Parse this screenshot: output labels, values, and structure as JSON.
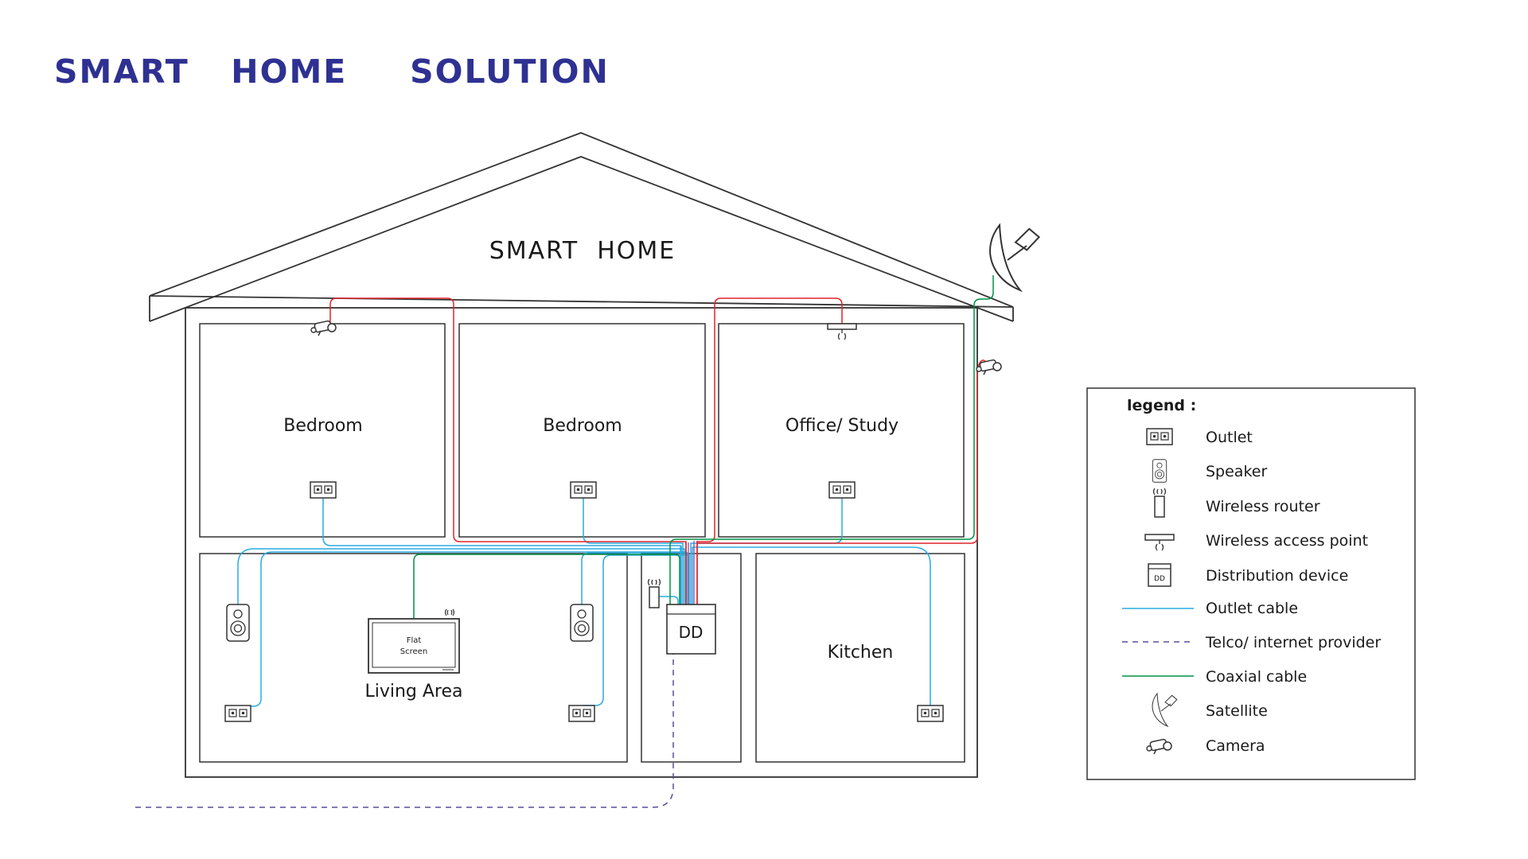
{
  "title": "SMART  HOME   SOLUTION",
  "house_label": "SMART  HOME",
  "rooms": {
    "bedroom_1": "Bedroom",
    "bedroom_2": "Bedroom",
    "office": "Office/ Study",
    "living": "Living Area",
    "kitchen": "Kitchen"
  },
  "tv": {
    "line1": "Flat",
    "line2": "Screen"
  },
  "distribution_device_label": "DD",
  "legend": {
    "heading": "legend :",
    "items": {
      "outlet": "Outlet",
      "speaker": "Speaker",
      "wireless_router": "Wireless router",
      "wireless_access_point": "Wireless access point",
      "distribution_device": "Distribution device",
      "outlet_cable": "Outlet cable",
      "telco": "Telco/ internet provider",
      "coaxial": "Coaxial cable",
      "satellite": "Satellite",
      "camera": "Camera"
    },
    "dd_icon_text": "DD"
  },
  "colors": {
    "title": "#2e3192",
    "outline": "#333333",
    "outlet_cable": "#29abe2",
    "coaxial_cable": "#009245",
    "camera_cable": "#e0242b",
    "telco": "#5b4b9e",
    "multi_cable": "#8b6bb8"
  }
}
